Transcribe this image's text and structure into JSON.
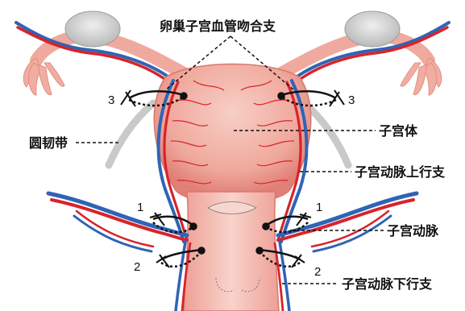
{
  "labels": {
    "ovarian_anastomosis": "卵巢子宫血管吻合支",
    "round_ligament": "圆韧带",
    "uterine_body": "子宫体",
    "ascending_branch": "子宫动脉上行支",
    "uterine_artery": "子宫动脉",
    "descending_branch": "子宫动脉下行支"
  },
  "ligature_numbers": {
    "left_top": "3",
    "right_top": "3",
    "left_mid": "1",
    "right_mid": "1",
    "left_low": "2",
    "right_low": "2"
  },
  "colors": {
    "artery": "#d8232a",
    "vein": "#2f64b5",
    "tissue": "#f2b3a8",
    "tissue_dark": "#e58f86",
    "ovary": "#d9d9d9",
    "ligament": "#c8c8c8",
    "label_line": "#111111"
  }
}
